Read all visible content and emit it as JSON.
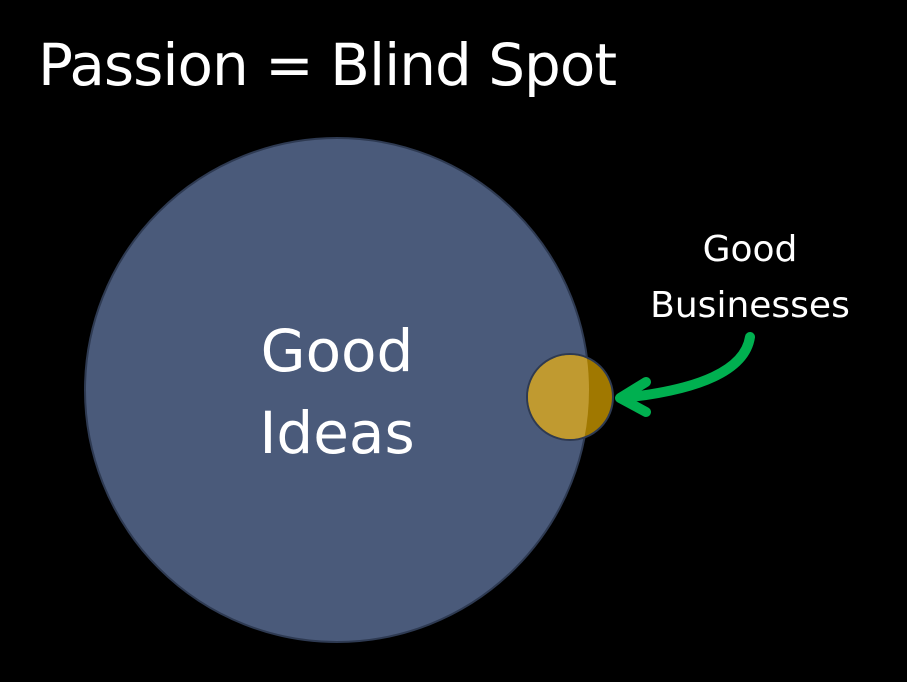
{
  "title": "Passion = Blind Spot",
  "big_circle": {
    "line1": "Good",
    "line2": "Ideas",
    "color": "#4a5a7a"
  },
  "small_circle": {
    "color": "#a07800"
  },
  "annotation": {
    "line1": "Good",
    "line2": "Businesses",
    "arrow_color": "#00b050"
  }
}
